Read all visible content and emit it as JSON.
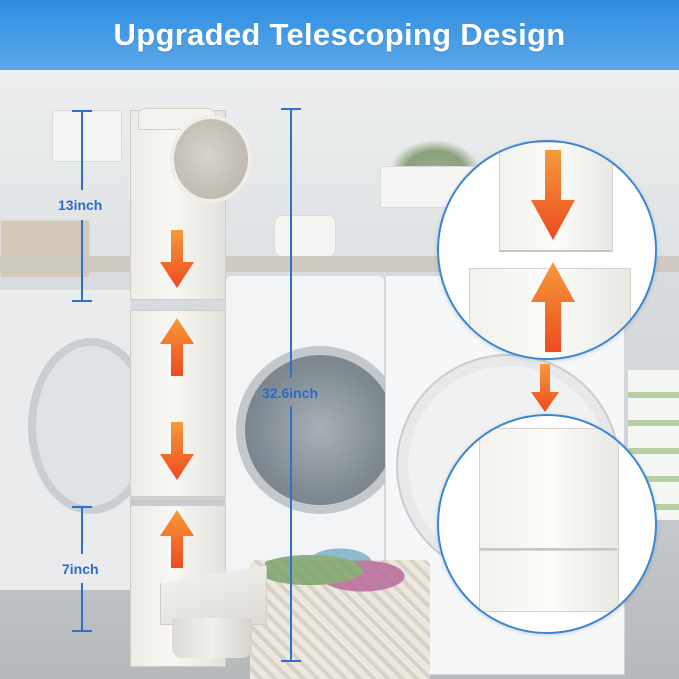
{
  "banner": {
    "title": "Upgraded Telescoping Design",
    "background_color": "#3a97e4",
    "text_color": "#ffffff"
  },
  "dimensions": {
    "top_segment_label": "13inch",
    "total_label": "32.6inch",
    "bottom_segment_label": "7inch",
    "line_color": "#2f6fd0"
  },
  "arrows": {
    "color": "#f15a22",
    "directions_on_duct": [
      "down",
      "up",
      "down",
      "up"
    ],
    "directions_in_callouts": [
      "down",
      "up",
      "down"
    ]
  },
  "callouts": [
    {
      "name": "upper-joint-zoom",
      "border_color": "#3a86d6"
    },
    {
      "name": "lower-joint-zoom",
      "border_color": "#3a86d6"
    }
  ]
}
